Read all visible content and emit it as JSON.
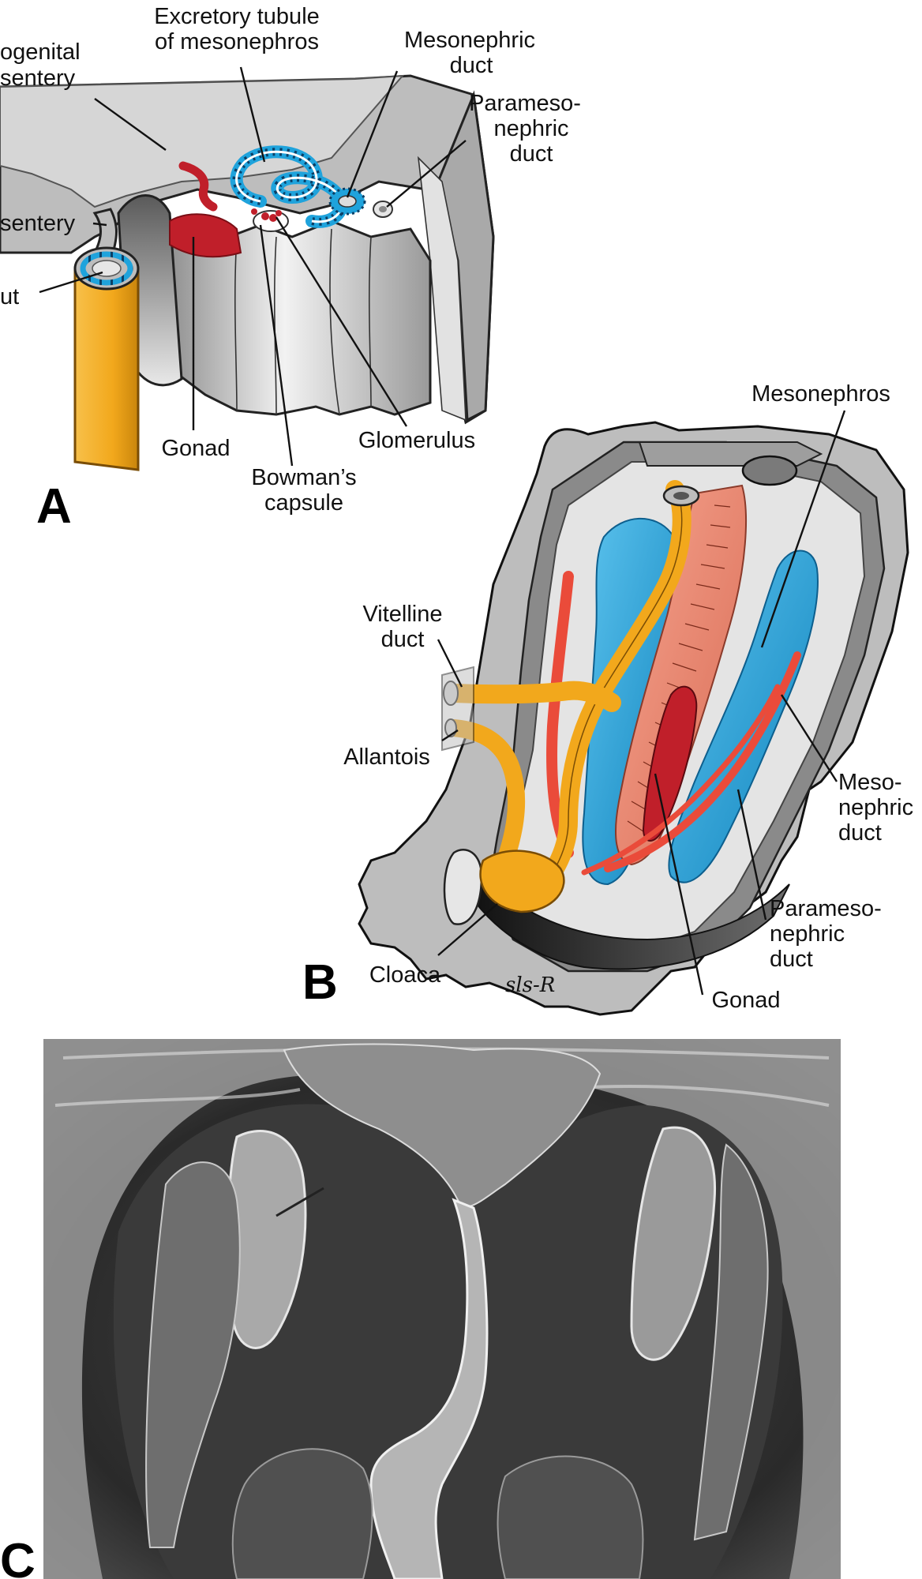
{
  "panel_a": {
    "letter": "A",
    "labels": {
      "excretory_tubule_1": "Excretory tubule",
      "excretory_tubule_2": "of mesonephros",
      "mesonephric_duct_1": "Mesonephric",
      "mesonephric_duct_2": "duct",
      "paramesonephric_1": "Parameso-",
      "paramesonephric_2": "nephric",
      "paramesonephric_3": "duct",
      "urogenital_mesentery_1": "ogenital",
      "urogenital_mesentery_2": "sentery",
      "mesentery": "sentery",
      "gut": "ut",
      "gonad": "Gonad",
      "glomerulus": "Glomerulus",
      "bowmans_capsule_1": "Bowman’s",
      "bowmans_capsule_2": "capsule"
    }
  },
  "panel_b": {
    "letter": "B",
    "labels": {
      "mesonephros": "Mesonephros",
      "vitelline_duct_1": "Vitelline",
      "vitelline_duct_2": "duct",
      "allantois": "Allantois",
      "mesonephric_duct_1": "Meso-",
      "mesonephric_duct_2": "nephric",
      "mesonephric_duct_3": "duct",
      "paramesonephric_1": "Parameso-",
      "paramesonephric_2": "nephric",
      "paramesonephric_3": "duct",
      "cloaca": "Cloaca",
      "gonad": "Gonad",
      "signature": "sls-R"
    }
  },
  "panel_c": {
    "letter": "C"
  },
  "colors": {
    "tissue_gray": "#bdbdbd",
    "light_gray": "#e6e6e6",
    "dark_gray": "#8a8a8a",
    "gut_yellow": "#f2a81c",
    "mesonephros_blue": "#1fa3dc",
    "gonad_red": "#c01f2a",
    "duct_red": "#ea4b3a",
    "gonad_pink": "#f08770",
    "sem_dark": "#3c3c3c"
  }
}
